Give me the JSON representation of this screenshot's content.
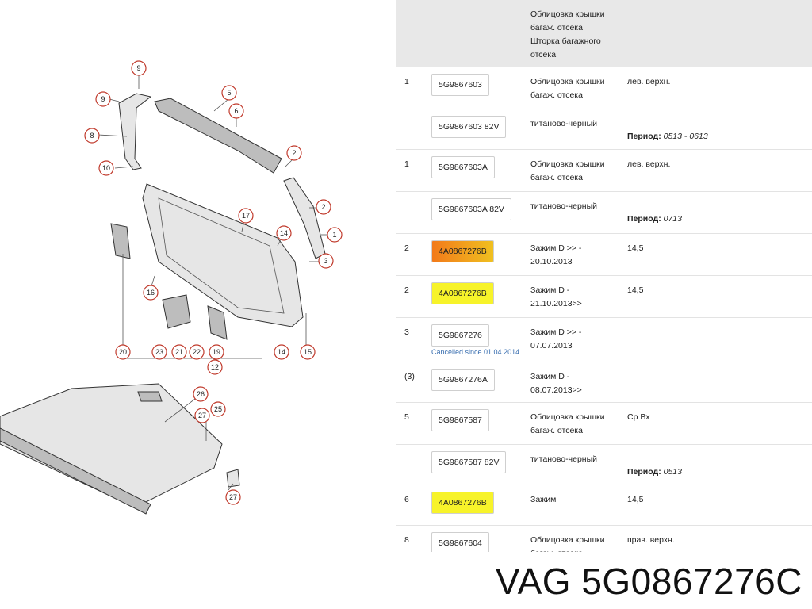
{
  "header": {
    "description_lines": [
      "Облицовка крышки",
      "багаж. отсека",
      "Шторка багажного",
      "отсека"
    ]
  },
  "diagram": {
    "callouts": [
      "9",
      "9",
      "8",
      "10",
      "5",
      "6",
      "2",
      "2",
      "1",
      "3",
      "17",
      "14",
      "16",
      "20",
      "23",
      "21",
      "22",
      "19",
      "12",
      "14",
      "15",
      "26",
      "25",
      "27",
      "27"
    ]
  },
  "rows": [
    {
      "num": "1",
      "part": "5G9867603",
      "desc": "Облицовка крышки багаж. отсека",
      "note": "лев. верхн.",
      "height": 52
    },
    {
      "num": "",
      "part": "5G9867603 82V",
      "desc": "титаново-черный",
      "note": "",
      "period_label": "Период:",
      "period_value": "0513 - 0613",
      "height": 50
    },
    {
      "num": "1",
      "part": "5G9867603A",
      "desc": "Облицовка крышки багаж. отсека",
      "note": "лев. верхн.",
      "height": 52
    },
    {
      "num": "",
      "part": "5G9867603A 82V",
      "desc": "титаново-черный",
      "note": "",
      "period_label": "Период:",
      "period_value": "0713",
      "height": 52
    },
    {
      "num": "2",
      "part": "4A0867276B",
      "highlight": "orange",
      "desc": "Зажим D >> - 20.10.2013",
      "note": "14,5",
      "height": 52
    },
    {
      "num": "2",
      "part": "4A0867276B",
      "highlight": "yellow",
      "desc": "Зажим D - 21.10.2013>>",
      "note": "14,5",
      "height": 52
    },
    {
      "num": "3",
      "part": "5G9867276",
      "desc": "Зажим D >> - 07.07.2013",
      "note": "",
      "cancel": "Cancelled since 01.04.2014",
      "height": 55
    },
    {
      "num": "(3)",
      "part": "5G9867276A",
      "desc": "Зажим D - 08.07.2013>>",
      "note": "",
      "height": 50
    },
    {
      "num": "5",
      "part": "5G9867587",
      "desc": "Облицовка крышки багаж. отсека",
      "note": "Ср Вх",
      "height": 52
    },
    {
      "num": "",
      "part": "5G9867587 82V",
      "desc": "титаново-черный",
      "note": "",
      "period_label": "Период:",
      "period_value": "0513",
      "height": 50
    },
    {
      "num": "6",
      "part": "4A0867276B",
      "highlight": "yellow",
      "desc": "Зажим",
      "note": "14,5",
      "height": 50
    },
    {
      "num": "8",
      "part": "5G9867604",
      "desc": "Облицовка крышки багаж. отсека",
      "note": "прав. верхн.",
      "height": 50
    }
  ],
  "footer": {
    "title": "VAG 5G0867276C"
  },
  "colors": {
    "callout_stroke": "#c0392b",
    "highlight_yellow": "#f7f32a",
    "highlight_orange": "#f27a1a",
    "cancel_text": "#3a6fb0"
  }
}
